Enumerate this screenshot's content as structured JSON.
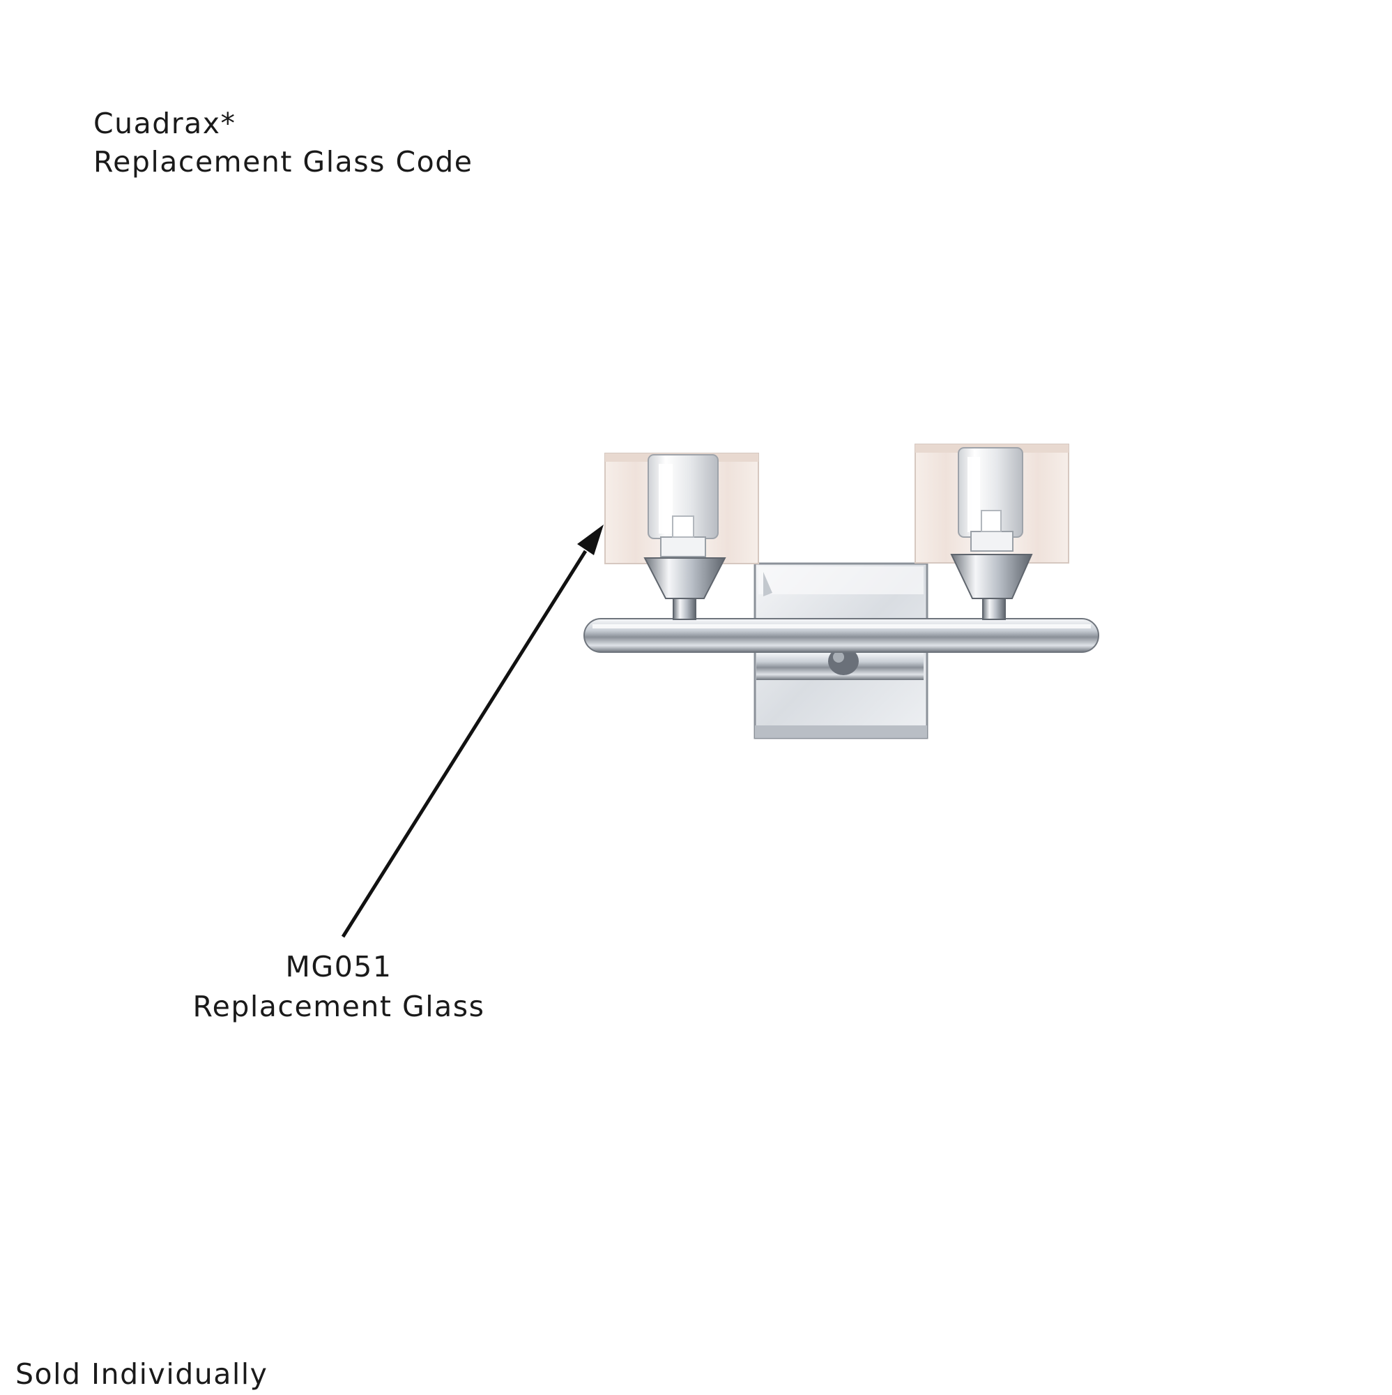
{
  "header": {
    "product_name": "Cuadrax*",
    "subtitle": "Replacement Glass Code"
  },
  "callout": {
    "code": "MG051",
    "description": "Replacement Glass"
  },
  "footer": {
    "note": "Sold Individually"
  },
  "colors": {
    "text": "#1a1a1a",
    "chrome_light": "#e8ebef",
    "chrome_dark": "#7a8088",
    "glass": "#f2e8e2",
    "arrow": "#111111"
  },
  "icons": {
    "arrow": "arrow-pointer-icon"
  }
}
